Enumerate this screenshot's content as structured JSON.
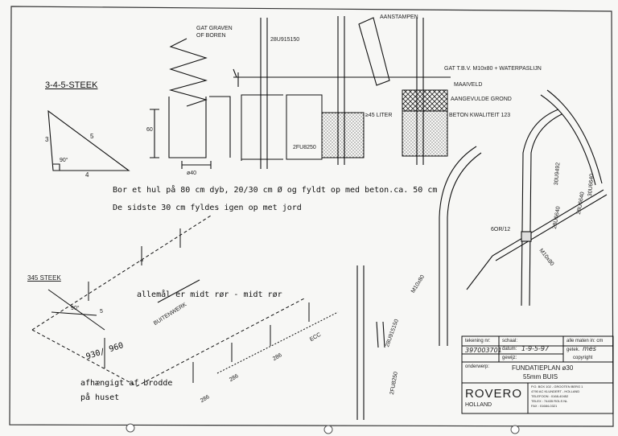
{
  "steek_title": "3-4-5-STEEK",
  "triangle": {
    "side_a": "3",
    "side_b": "4",
    "side_c": "5",
    "angle": "90°"
  },
  "top_labels": {
    "gat_graven": "GAT GRAVEN",
    "of_boren": "OF BOREN",
    "pipe_code_top": "28U915150",
    "aanstampen": "AANSTAMPEN",
    "gat_tbv": "GAT T.B.V. M10x80 + WATERPASLIJN",
    "maaiveld": "MAAIVELD",
    "aangevulde_grond": "AANGEVULDE GROND",
    "liter": "≥45 LITER",
    "beton": "BETON KWALITEIT 123",
    "dim_60": "60",
    "dim_40": "ø40",
    "pipe_code_mid": "2FU8250"
  },
  "instructions": {
    "line1": "Bor et hul på 80 cm dyb, 20/30 cm Ø og fyldt op med beton.ca. 50 cm",
    "line2": "De sidste 30 cm fyldes igen op met jord"
  },
  "plan_labels": {
    "steek_small": "345 STEEK",
    "angle": "90°",
    "five": "5",
    "allemaal": "allemål er midt rør - midt rør",
    "dimension": "930/ 960",
    "afhaengigt_line1": "afhængigt af brodde",
    "afhaengigt_line2": "på huset",
    "buitenwerk": "BUITENWERK",
    "d1": "286",
    "d2": "286",
    "d3": "ECC",
    "d4": "286"
  },
  "pipe_labels": {
    "m10x80_left": "M10x80",
    "code_28u": "28U915150",
    "code_2fu": "2FU8250",
    "code_6or": "6OR/12",
    "m10x80_right": "M10x80",
    "code_right_a": "28U6640",
    "code_right_b": "28U6640",
    "code_right_c": "30U9492",
    "code_right_d": "30U6640"
  },
  "title_block": {
    "tekening_label": "tekening nr:",
    "tekening_value": "397003701",
    "schaal_label": "schaal:",
    "datum_label": "datum:",
    "datum_value": "1-9-5-97",
    "gewijz_label": "gewijz:",
    "maten_label": "alle maten in: cm",
    "getek_label": "getek.",
    "getek_value": "mes",
    "copyright": "copyright",
    "onderwerp_label": "onderwerp:",
    "subject_line1": "FUNDATIEPLAN ø30",
    "subject_line2": "55mm BUIS",
    "brand": "ROVERO",
    "brand_sub": "HOLLAND",
    "address_line1": "P.O. BOX 102 - GROOTEN BERG 1",
    "address_line2": "4790 AC KLUNDERT - HOLLAND",
    "address_line3": "TELEFOON : 0168-40452",
    "address_line4": "TELEX : 74435 ROLS NL",
    "address_line5": "FAX : 01684-0321"
  }
}
